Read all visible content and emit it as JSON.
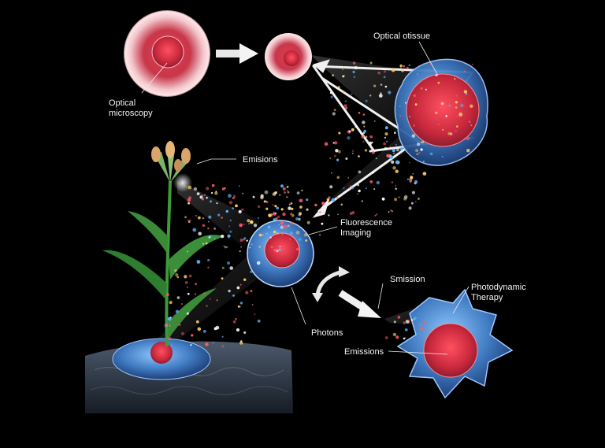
{
  "labels": {
    "optical_microscopy_line1": "Optical",
    "optical_microscopy_line2": "microscopy",
    "optical_otissue": "Optical otissue",
    "emisions": "Emisions",
    "fluorescence_line1": "Fluorescence",
    "fluorescence_line2": "Imaging",
    "smission": "Smission",
    "photodynamic_line1": "Photodynamic",
    "photodynamic_line2": "Therapy",
    "photons": "Photons",
    "emissions": "Emissions"
  },
  "colors": {
    "background": "#000000",
    "cell_outer": "#4a7fc4",
    "cell_inner": "#e0404f",
    "particle_red": "#ff5a6a",
    "particle_blue": "#5ab4ff",
    "particle_yellow": "#ffd36a",
    "plant": "#3c8f3a",
    "arrow": "#f0f0f0"
  }
}
